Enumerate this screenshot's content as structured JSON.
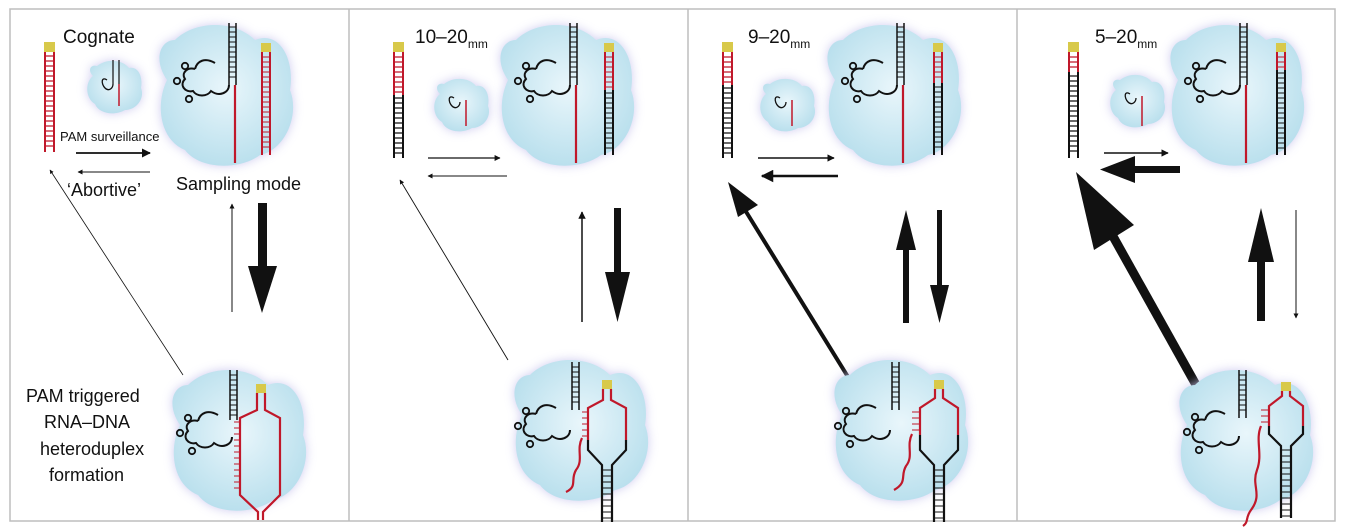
{
  "panels": [
    {
      "title": "Cognate",
      "title_subscript": ""
    },
    {
      "title": "10–20",
      "title_subscript": "mm"
    },
    {
      "title": "9–20",
      "title_subscript": "mm"
    },
    {
      "title": "5–20",
      "title_subscript": "mm"
    }
  ],
  "labels": {
    "pam_surveillance": "PAM surveillance",
    "abortive": "‘Abortive’",
    "sampling_mode": "Sampling mode",
    "heteroduplex_lines": [
      "PAM triggered",
      "RNA–DNA",
      "heteroduplex",
      "formation"
    ]
  },
  "colors": {
    "protein_fill": "#bfe3ef",
    "protein_glow": "#c9c6ee",
    "dna_black": "#111111",
    "dna_red": "#c0182a",
    "pam_yellow": "#d8c94a",
    "panel_border": "#bdbdbd"
  },
  "icons": [
    "cas9-protein",
    "guide-rna-hairpins",
    "dna-duplex",
    "pam-marker",
    "equilibrium-arrows"
  ]
}
